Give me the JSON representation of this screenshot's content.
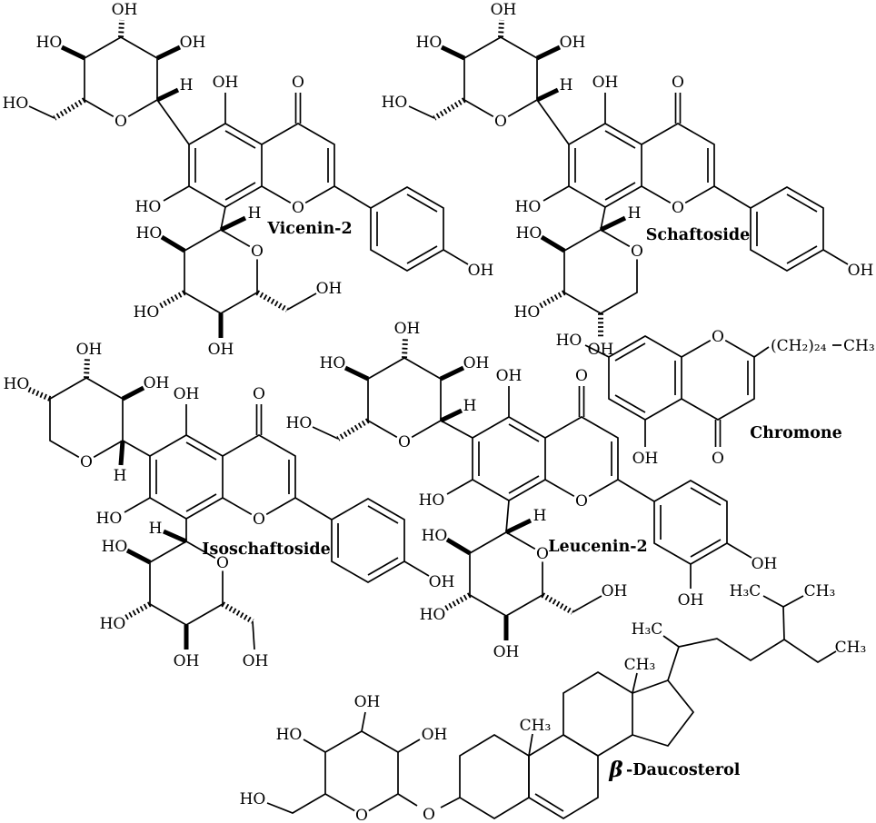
{
  "figure": {
    "background": "#ffffff",
    "line_color": "#000000",
    "description_labels": 6
  },
  "atoms": {
    "OH": "OH",
    "HO": "HO",
    "O": "O",
    "H": "H",
    "H3C": "H₃C",
    "CH3": "CH₃",
    "CH2_24": "(CH₂)₂₄"
  },
  "compounds": [
    {
      "id": "vicenin-2",
      "name": "Vicenin-2"
    },
    {
      "id": "schaftoside",
      "name": "Schaftoside"
    },
    {
      "id": "isoschaftoside",
      "name": "Isoschaftoside"
    },
    {
      "id": "leucenin-2",
      "name": "Leucenin-2"
    },
    {
      "id": "chromone",
      "name": "Chromone"
    },
    {
      "id": "beta-daucosterol",
      "name_prefix": "β",
      "name": "-Daucosterol"
    }
  ]
}
